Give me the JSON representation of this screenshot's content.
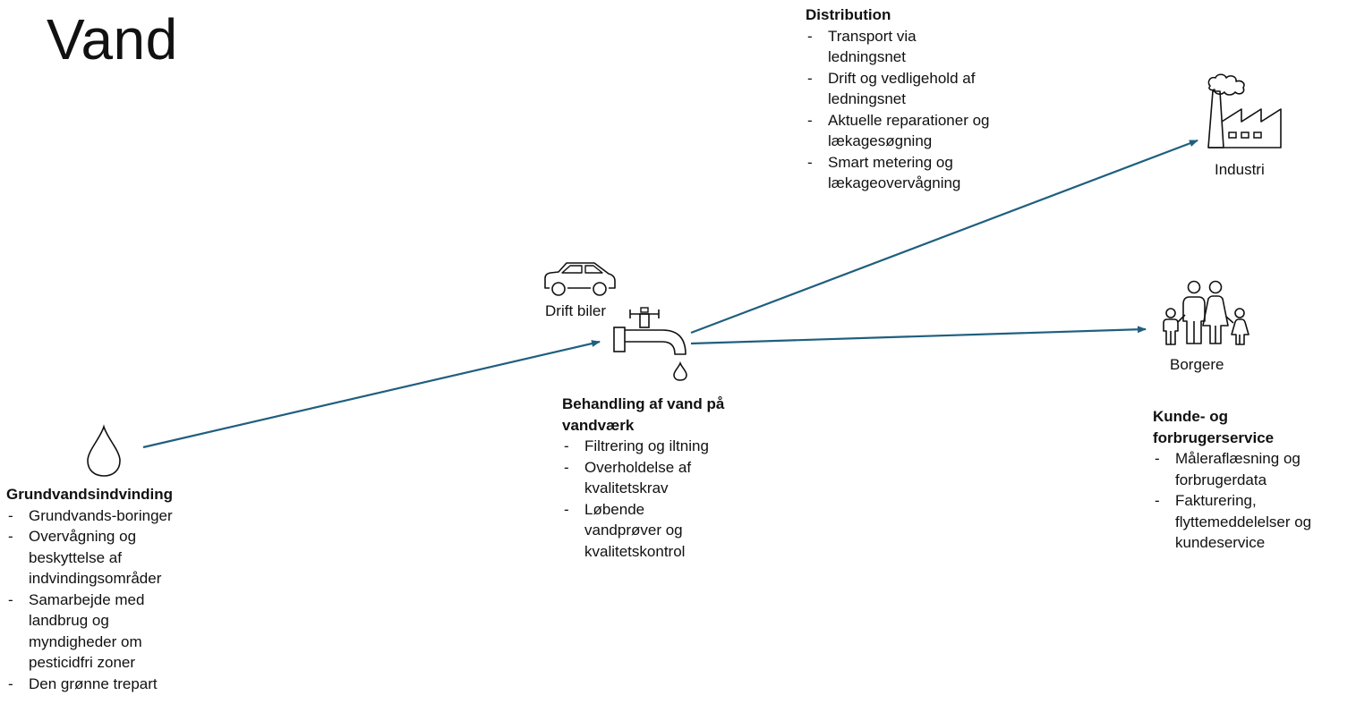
{
  "title": "Vand",
  "nodes": {
    "car": {
      "label": "Drift biler",
      "icon": "car-icon"
    },
    "industry": {
      "label": "Industri",
      "icon": "factory-icon"
    },
    "citizens": {
      "label": "Borgere",
      "icon": "family-icon"
    },
    "tap": {
      "icon": "faucet-icon"
    },
    "water": {
      "icon": "water-drop-icon"
    }
  },
  "blocks": {
    "groundwater": {
      "heading": "Grundvandsindvinding",
      "items": [
        "Grundvands-boringer",
        "Overvågning og beskyttelse af indvindingsområder",
        "Samarbejde med landbrug og myndigheder om pesticidfri zoner",
        "Den grønne trepart"
      ]
    },
    "treatment": {
      "heading": "Behandling af vand på vandværk",
      "items": [
        "Filtrering og iltning",
        "Overholdelse af kvalitetskrav",
        "Løbende vandprøver og kvalitetskontrol"
      ]
    },
    "distribution": {
      "heading": "Distribution",
      "items": [
        "Transport via ledningsnet",
        "Drift og vedligehold af ledningsnet",
        "Aktuelle reparationer og lækagesøgning",
        "Smart metering og lækageovervågning"
      ]
    },
    "customer": {
      "heading": "Kunde- og forbrugerservice",
      "items": [
        "Måleraflæsning og forbrugerdata",
        "Fakturering, flyttemeddelelser og kundeservice"
      ]
    }
  },
  "colors": {
    "arrow": "#1f5f7f",
    "icon_stroke": "#111111"
  }
}
